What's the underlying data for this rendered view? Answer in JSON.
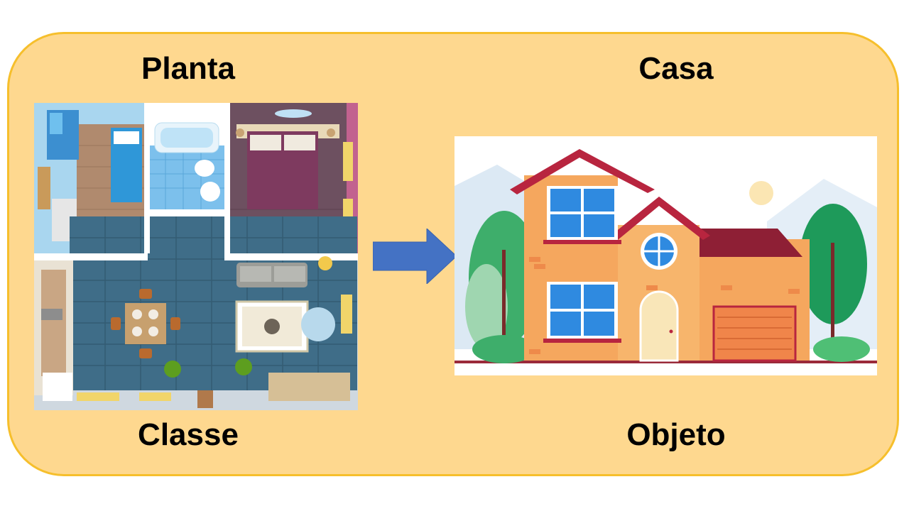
{
  "labels": {
    "top_left": "Planta",
    "top_right": "Casa",
    "bottom_left": "Classe",
    "bottom_right": "Objeto"
  },
  "colors": {
    "frame_fill": "#fed88f",
    "frame_border": "#f6bf2c",
    "arrow": "#4472c4"
  },
  "images": {
    "left": "floor-plan-illustration",
    "right": "house-illustration",
    "connector": "right-arrow"
  }
}
